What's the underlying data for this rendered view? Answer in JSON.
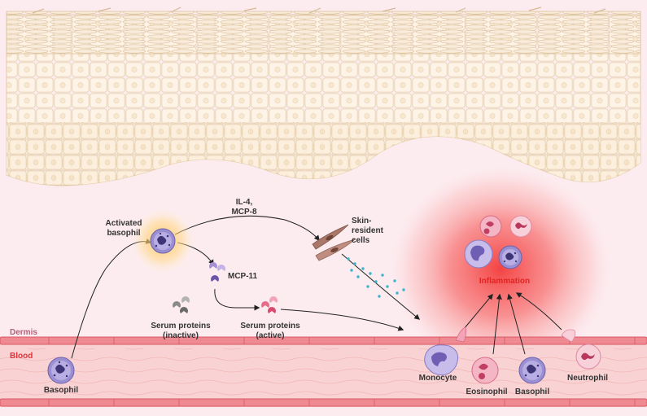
{
  "zones": {
    "dermis": "Dermis",
    "blood": "Blood"
  },
  "labels": {
    "activated_basophil_1": "Activated",
    "activated_basophil_2": "basophil",
    "il4_1": "IL-4,",
    "il4_2": "MCP-8",
    "mcp11": "MCP-11",
    "skin_cells_1": "Skin-",
    "skin_cells_2": "resident",
    "skin_cells_3": "cells",
    "serum_inactive_1": "Serum proteins",
    "serum_inactive_2": "(inactive)",
    "serum_active_1": "Serum proteins",
    "serum_active_2": "(active)",
    "inflammation": "Inflammation",
    "basophil_blood": "Basophil",
    "monocyte": "Monocyte",
    "eosinophil": "Eosinophil",
    "basophil_right": "Basophil",
    "neutrophil": "Neutrophil"
  },
  "colors": {
    "skin_cells": "#fbeedd",
    "skin_outline": "#e3cba8",
    "dermis": "#fcecf0",
    "blood": "#f9d3d3",
    "vessel_wall": "#e8707a",
    "inflammation": "#f43a3a",
    "basophil": "#9b8fd3",
    "eosinophil": "#e4738a",
    "neutrophil": "#e98ea5",
    "monocyte": "#a89ad8",
    "dots": "#3cb4cc"
  }
}
